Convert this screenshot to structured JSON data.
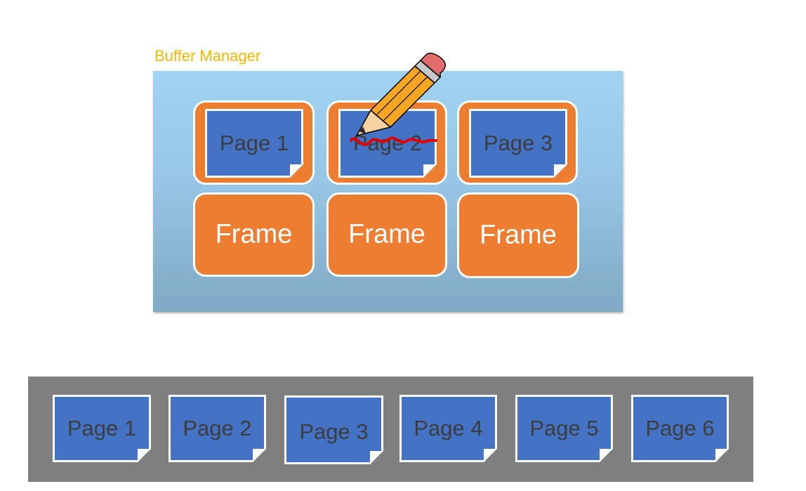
{
  "buffer_manager": {
    "title": "Buffer Manager",
    "frames": [
      {
        "label": "Frame"
      },
      {
        "label": "Frame"
      },
      {
        "label": "Frame"
      }
    ],
    "buffered_pages": [
      {
        "label": "Page 1"
      },
      {
        "label": "Page 2",
        "state": "dirty"
      },
      {
        "label": "Page 3"
      }
    ]
  },
  "disk": {
    "pages": [
      {
        "label": "Page 1"
      },
      {
        "label": "Page 2"
      },
      {
        "label": "Page 3"
      },
      {
        "label": "Page 4"
      },
      {
        "label": "Page 5"
      },
      {
        "label": "Page 6"
      }
    ]
  },
  "annotations": {
    "write_icon": "pencil-icon",
    "dirty_mark": "red-scribble"
  },
  "colors": {
    "title": "#f5b800",
    "frame": "#ed7d31",
    "page": "#4472c4",
    "disk": "#7f7f7f",
    "panel_top": "#a1d3f3",
    "panel_bottom": "#80a9c4",
    "dirty_mark": "#e00000"
  }
}
